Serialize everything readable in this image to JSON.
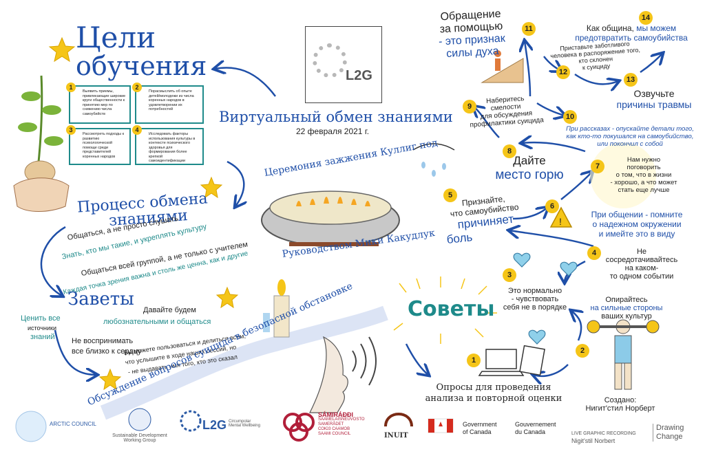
{
  "center": {
    "title": "Виртуальный обмен знаниями",
    "date": "22 февраля 2021 г.",
    "logo_text": "L2G",
    "ceremony_arc": "Церемония зажжения Куллиг под",
    "ceremony_arc2": "Руководством Мики Какудлук"
  },
  "goals": {
    "title_line1": "Цели",
    "title_line2": "обучения",
    "items": [
      {
        "n": "1",
        "text": "Выявить приемы, привлекающие широкие круги общественности к принятию мер по снижению числа самоубийств"
      },
      {
        "n": "2",
        "text": "Порасмыслить об опыте детей/молодежи из числа коренных народов в удовлетворении их потребностей"
      },
      {
        "n": "3",
        "text": "Рассмотреть подходы к развитию психологической помощи среди представителей коренных народов"
      },
      {
        "n": "4",
        "text": "Исследовать факторы использования культуры в контексте психического здоровья для формирования более крепкой самоидентификации"
      }
    ]
  },
  "process": {
    "title_line1": "Процесс обмена",
    "title_line2": "знаниями",
    "lines": [
      "Общаться, а не просто слушать",
      "Знать, кто мы такие, и укреплять культуру",
      "Общаться всей группой, а не только с учителем",
      "Каждая точка зрения важна и столь же ценна, как и другие"
    ]
  },
  "precepts": {
    "title": "Заветы",
    "value_sources_1": "Ценить все",
    "value_sources_2": "источники",
    "value_sources_3": "знаний",
    "curious_1": "Давайте будем",
    "curious_2": "любознательными и общаться",
    "heart_1": "Не воспринимать",
    "heart_2": "все близко к сердцу",
    "share_1": "Вы можете пользоваться и делиться всем,",
    "share_2": "что услышите в ходе наших сессий, но",
    "share_3": "- не выдавать имя того, кто это сказал",
    "safe_arc": "Обсуждение вопросов суицида в безопасной обстановке"
  },
  "tips": {
    "title": "Советы",
    "items": [
      {
        "n": "1",
        "text": "Опросы для проведения анализа и повторной оценки"
      },
      {
        "n": "2",
        "text_a": "Опирайтесь",
        "text_b": "на сильные стороны",
        "text_c": "ваших культур"
      },
      {
        "n": "3",
        "text_a": "Это нормально",
        "text_b": "- чувствовать",
        "text_c": "себя не в порядке"
      },
      {
        "n": "4",
        "text_a": "Не",
        "text_b": "сосредотачивайтесь",
        "text_c": "на каком-",
        "text_d": "то одном событии"
      },
      {
        "n": "5",
        "text_a": "Признайте,",
        "text_b": "что самоубийство",
        "text_c": "причиняет",
        "text_d": "боль"
      },
      {
        "n": "6",
        "text_a": "При общении - помните",
        "text_b": "о надежном окружении",
        "text_c": "и имейте это в виду"
      },
      {
        "n": "7",
        "text_a": "Нам нужно",
        "text_b": "поговорить",
        "text_c": "о том, что в жизни",
        "text_d": "- хорошо, а что может",
        "text_e": "стать еще лучше"
      },
      {
        "n": "8",
        "text_a": "Дайте",
        "text_b": "место горю"
      },
      {
        "n": "9",
        "text_a": "Наберитесь",
        "text_b": "смелости",
        "text_c": "для обсуждения",
        "text_d": "профилактики суицида"
      },
      {
        "n": "10",
        "text_a": "При рассказах - опускайте детали того,",
        "text_b": "как кто-то покушался на самоубийство,",
        "text_c": "или покончил с собой"
      },
      {
        "n": "11",
        "text_a": "Обращение",
        "text_b": "за помощью",
        "text_c": "- это признак",
        "text_d": "силы духа"
      },
      {
        "n": "12",
        "text_a": "Приставьте заботливого",
        "text_b": "человека в распоряжение того,",
        "text_c": "кто склонен",
        "text_d": "к суициду"
      },
      {
        "n": "13",
        "text_a": "Озвучьте",
        "text_b": "причины травмы"
      },
      {
        "n": "14",
        "text_a": "Как община,",
        "text_b": "мы можем",
        "text_c": "предотвратить самоубийства"
      }
    ],
    "created_1": "Создано:",
    "created_2": "Нигит'стил Норберт"
  },
  "footer": {
    "arctic": "ARCTIC COUNCIL",
    "sdwg_1": "Sustainable Development",
    "sdwg_2": "Working Group",
    "l2g": "L2G",
    "l2g_sub_1": "Circumpolar",
    "l2g_sub_2": "Mental Wellbeing",
    "sami_title": "SÁMIRÁÐÐI",
    "sami_1": "SAAMELAISNEUVOSTO",
    "sami_2": "SAMERÅDET",
    "sami_3": "СОЮЗ СААМОВ",
    "sami_4": "SAAMI COUNCIL",
    "inuit": "INUIT",
    "gov_en_1": "Government",
    "gov_en_2": "of Canada",
    "gov_fr_1": "Gouvernement",
    "gov_fr_2": "du Canada",
    "live_1": "LIVE GRAPHIC RECORDING",
    "live_2": "Nigit'stil Norbert",
    "drawing_1": "Drawing",
    "drawing_2": "Change"
  },
  "colors": {
    "blue": "#1f4fa8",
    "teal": "#1e8a8a",
    "yellow": "#f5c518"
  }
}
